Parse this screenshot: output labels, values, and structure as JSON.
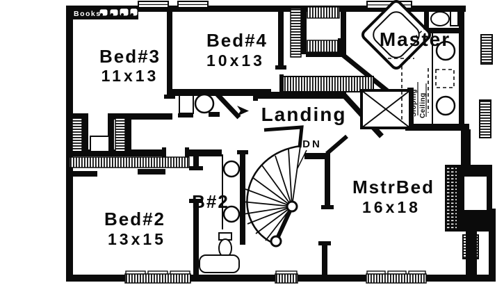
{
  "colors": {
    "ink": "#0b0b0b",
    "paper": "#ffffff"
  },
  "rooms": {
    "bed3": {
      "label": "Bed#3",
      "dims": "11x13"
    },
    "bed4": {
      "label": "Bed#4",
      "dims": "10x13"
    },
    "bed2": {
      "label": "Bed#2",
      "dims": "13x15"
    },
    "master_bedroom": {
      "label": "MstrBed",
      "dims": "16x18"
    },
    "master_bath": {
      "label": "Master"
    },
    "bath2": {
      "label": "B#2"
    },
    "landing": {
      "label": "Landing"
    }
  },
  "annotations": {
    "stair_direction": "DN",
    "bookshelf": "Books",
    "sloping_line1": "Sloping",
    "sloping_line2": "Ceiling"
  }
}
